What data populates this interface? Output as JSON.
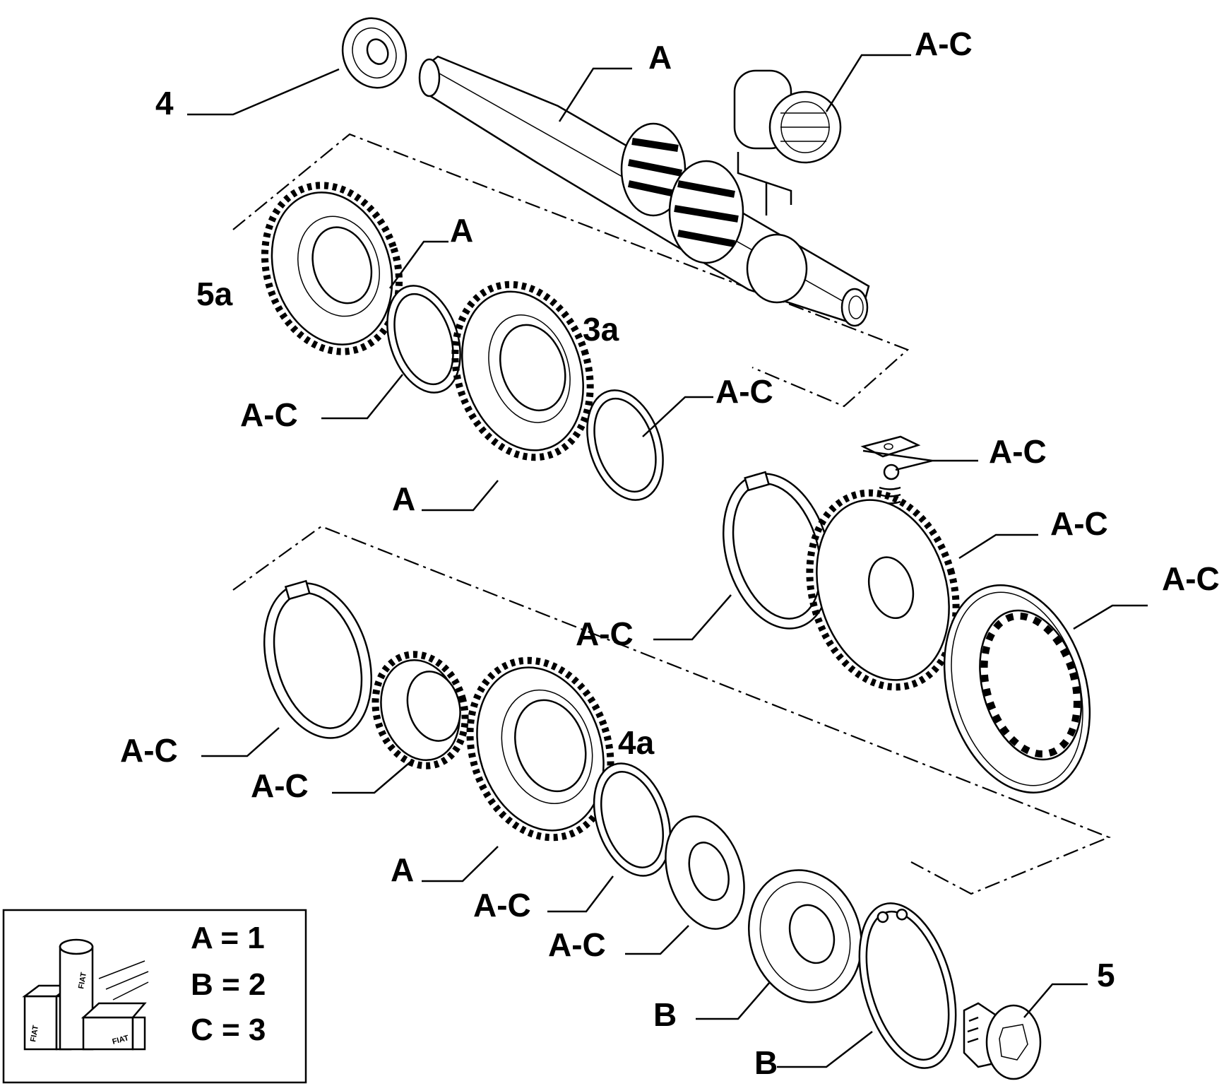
{
  "labels": {
    "bearing_4": "4",
    "shaft_a": "A",
    "bearing_ac": "A-C",
    "gear_5a": "5a",
    "gear_5a_ref": "A",
    "washer_1": "A-C",
    "gear_3a": "3a",
    "washer_2": "A-C",
    "gear_3a_ref": "A",
    "detent": "A-C",
    "sync_ring_right": "A-C",
    "hub_right": "A-C",
    "sleeve_right": "A-C",
    "sync_ring_left": "A-C",
    "bush_left": "A-C",
    "gear_4a": "4a",
    "gear_4a_ref": "A",
    "washer_3": "A-C",
    "washer_4": "A-C",
    "bearing_b": "B",
    "circlip_b": "B",
    "screw_5": "5"
  },
  "legend": {
    "line1": "A = 1",
    "line2": "B = 2",
    "line3": "C = 3",
    "logo_text_1": "FIAT",
    "logo_text_2": "FIAT",
    "logo_text_3": "FIAT"
  }
}
